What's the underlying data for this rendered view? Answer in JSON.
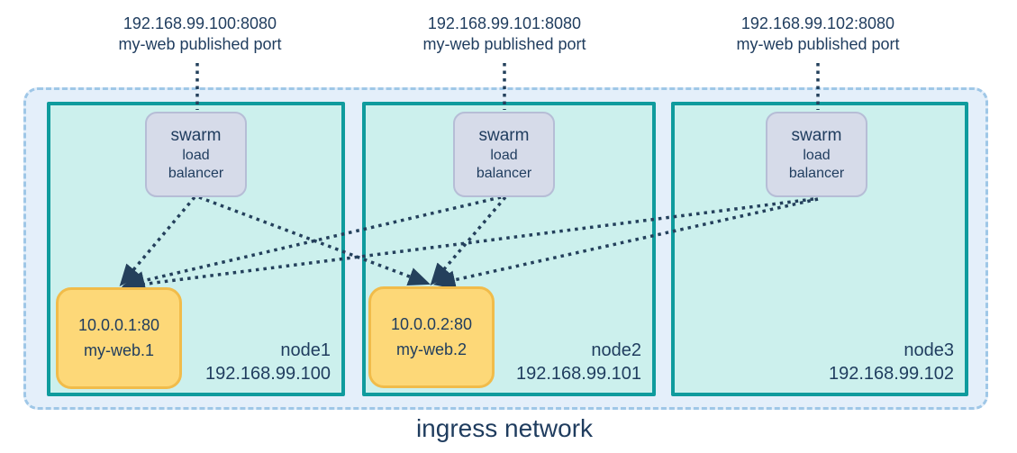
{
  "diagram_title": "ingress network",
  "published_ports": [
    {
      "address": "192.168.99.100:8080",
      "caption": "my-web published port"
    },
    {
      "address": "192.168.99.101:8080",
      "caption": "my-web published port"
    },
    {
      "address": "192.168.99.102:8080",
      "caption": "my-web published port"
    }
  ],
  "nodes": [
    {
      "name": "node1",
      "ip": "192.168.99.100",
      "load_balancer": {
        "line1": "swarm",
        "line2": "load",
        "line3": "balancer"
      },
      "task": {
        "address": "10.0.0.1:80",
        "name": "my-web.1"
      }
    },
    {
      "name": "node2",
      "ip": "192.168.99.101",
      "load_balancer": {
        "line1": "swarm",
        "line2": "load",
        "line3": "balancer"
      },
      "task": {
        "address": "10.0.0.2:80",
        "name": "my-web.2"
      }
    },
    {
      "name": "node3",
      "ip": "192.168.99.102",
      "load_balancer": {
        "line1": "swarm",
        "line2": "load",
        "line3": "balancer"
      },
      "task": null
    }
  ],
  "connections": [
    {
      "from": "node1-load-balancer",
      "to": "my-web.1"
    },
    {
      "from": "node1-load-balancer",
      "to": "my-web.2"
    },
    {
      "from": "node2-load-balancer",
      "to": "my-web.1"
    },
    {
      "from": "node2-load-balancer",
      "to": "my-web.2"
    },
    {
      "from": "node3-load-balancer",
      "to": "my-web.1"
    },
    {
      "from": "node3-load-balancer",
      "to": "my-web.2"
    }
  ],
  "colors": {
    "text": "#1f3c5e",
    "ingress_fill": "#e4effa",
    "ingress_border": "#9fc7e7",
    "node_fill": "#ccf0ed",
    "node_border": "#0f9b9d",
    "lb_fill": "#d6dbe9",
    "lb_border": "#b6bdd6",
    "task_fill": "#fdd878",
    "task_border": "#f1bc4a",
    "connector": "#24405c"
  }
}
